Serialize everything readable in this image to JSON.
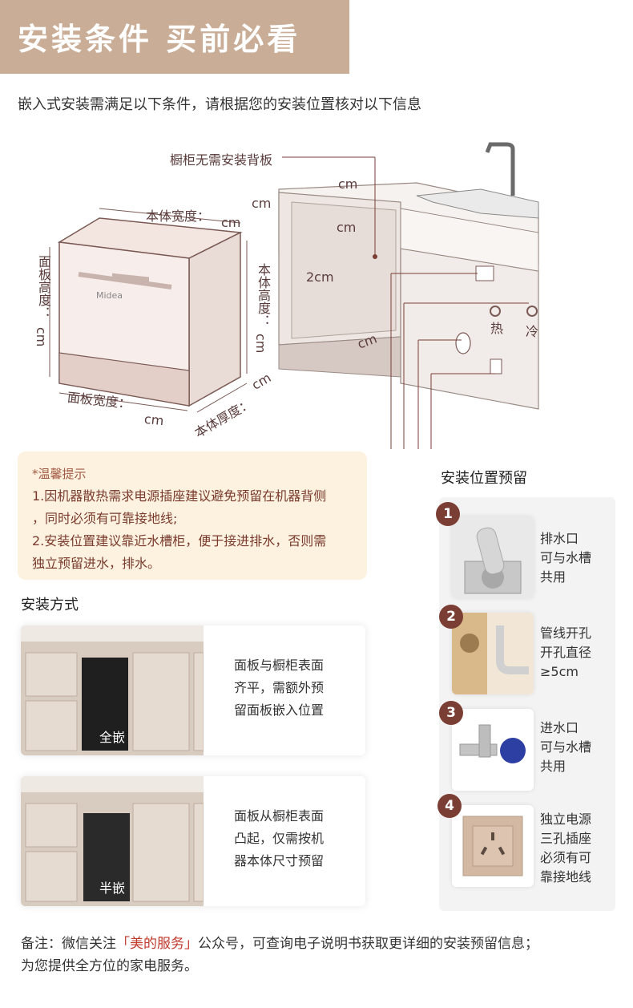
{
  "header": {
    "title": "安装条件  买前必看"
  },
  "intro": "嵌入式安装需满足以下条件，请根据您的安装位置核对以下信息",
  "diagram": {
    "cabinet_no_back": "橱柜无需安装背板",
    "body_width": "本体宽度：",
    "unit_cm": "cm",
    "panel_height": "面板高度：",
    "body_height": "本体高度：",
    "panel_width": "面板宽度：",
    "body_depth": "本体厚度：",
    "gap_2cm": "2cm",
    "brand": "Midea",
    "hot": "热",
    "cold": "冷"
  },
  "tips": {
    "title": "*温馨提示",
    "line1a": "1.因机器散热需求电源插座建议避免预留在机器背侧",
    "line1b": "，同时必须有可靠接地线;",
    "line2a": "2.安装位置建议靠近水槽柜，便于接进排水，否则需",
    "line2b": "独立预留进水，排水。"
  },
  "install_methods": {
    "title": "安装方式",
    "full": {
      "label": "全嵌",
      "line1": "面板与橱柜表面",
      "line2": "齐平，需额外预",
      "line3": "留面板嵌入位置"
    },
    "half": {
      "label": "半嵌",
      "line1": "面板从橱柜表面",
      "line2": "凸起，仅需按机",
      "line3": "器本体尺寸预留"
    }
  },
  "reserve": {
    "title": "安装位置预留",
    "items": [
      {
        "num": "1",
        "l1": "排水口",
        "l2": "可与水槽",
        "l3": "共用"
      },
      {
        "num": "2",
        "l1": "管线开孔",
        "l2": "开孔直径",
        "l3": "≥5cm"
      },
      {
        "num": "3",
        "l1": "进水口",
        "l2": "可与水槽",
        "l3": "共用"
      },
      {
        "num": "4",
        "l1": "独立电源",
        "l2": "三孔插座",
        "l3": "必须有可",
        "l4": "靠接地线"
      }
    ]
  },
  "footer": {
    "pre": "备注：微信关注",
    "highlight": "「美的服务」",
    "post": "公众号，可查询电子说明书获取更详细的安装预留信息；",
    "line2": "为您提供全方位的家电服务。"
  },
  "colors": {
    "header_bg": "#c9ad96",
    "accent": "#7b3e35",
    "tips_bg": "#fdf2df",
    "highlight": "#c0392b"
  }
}
